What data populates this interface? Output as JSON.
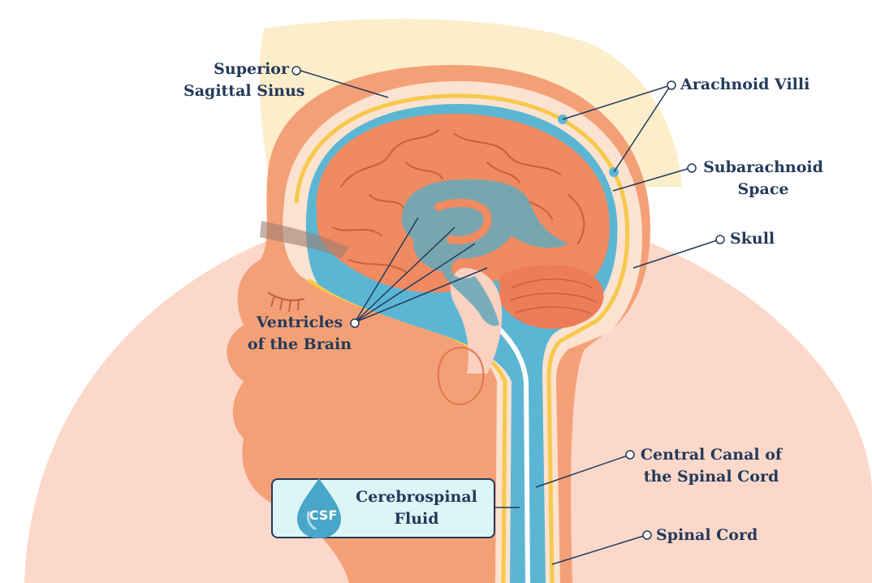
{
  "labels": {
    "superior_sagittal_sinus": [
      "Superior",
      "Sagittal Sinus"
    ],
    "arachnoid_villi": "Arachnoid Villi",
    "subarachnoid_space": [
      "Subarachnoid",
      "Space"
    ],
    "skull": "Skull",
    "ventricles": [
      "Ventricles",
      "of the Brain"
    ],
    "central_canal": [
      "Central Canal of",
      "the Spinal Cord"
    ],
    "spinal_cord": "Spinal Cord"
  },
  "legend": {
    "badge_text": "CSF",
    "title": [
      "Cerebrospinal",
      "Fluid"
    ]
  },
  "colors": {
    "background_halo": "#fbd6c9",
    "head": "#f4a077",
    "brain": "#f08a62",
    "csf_blue": "#5bb6d4",
    "ventricle": "#6aa9b8",
    "skull_pale": "#fde6cf",
    "dura_yellow": "#f6c94b",
    "text": "#243a5a"
  }
}
